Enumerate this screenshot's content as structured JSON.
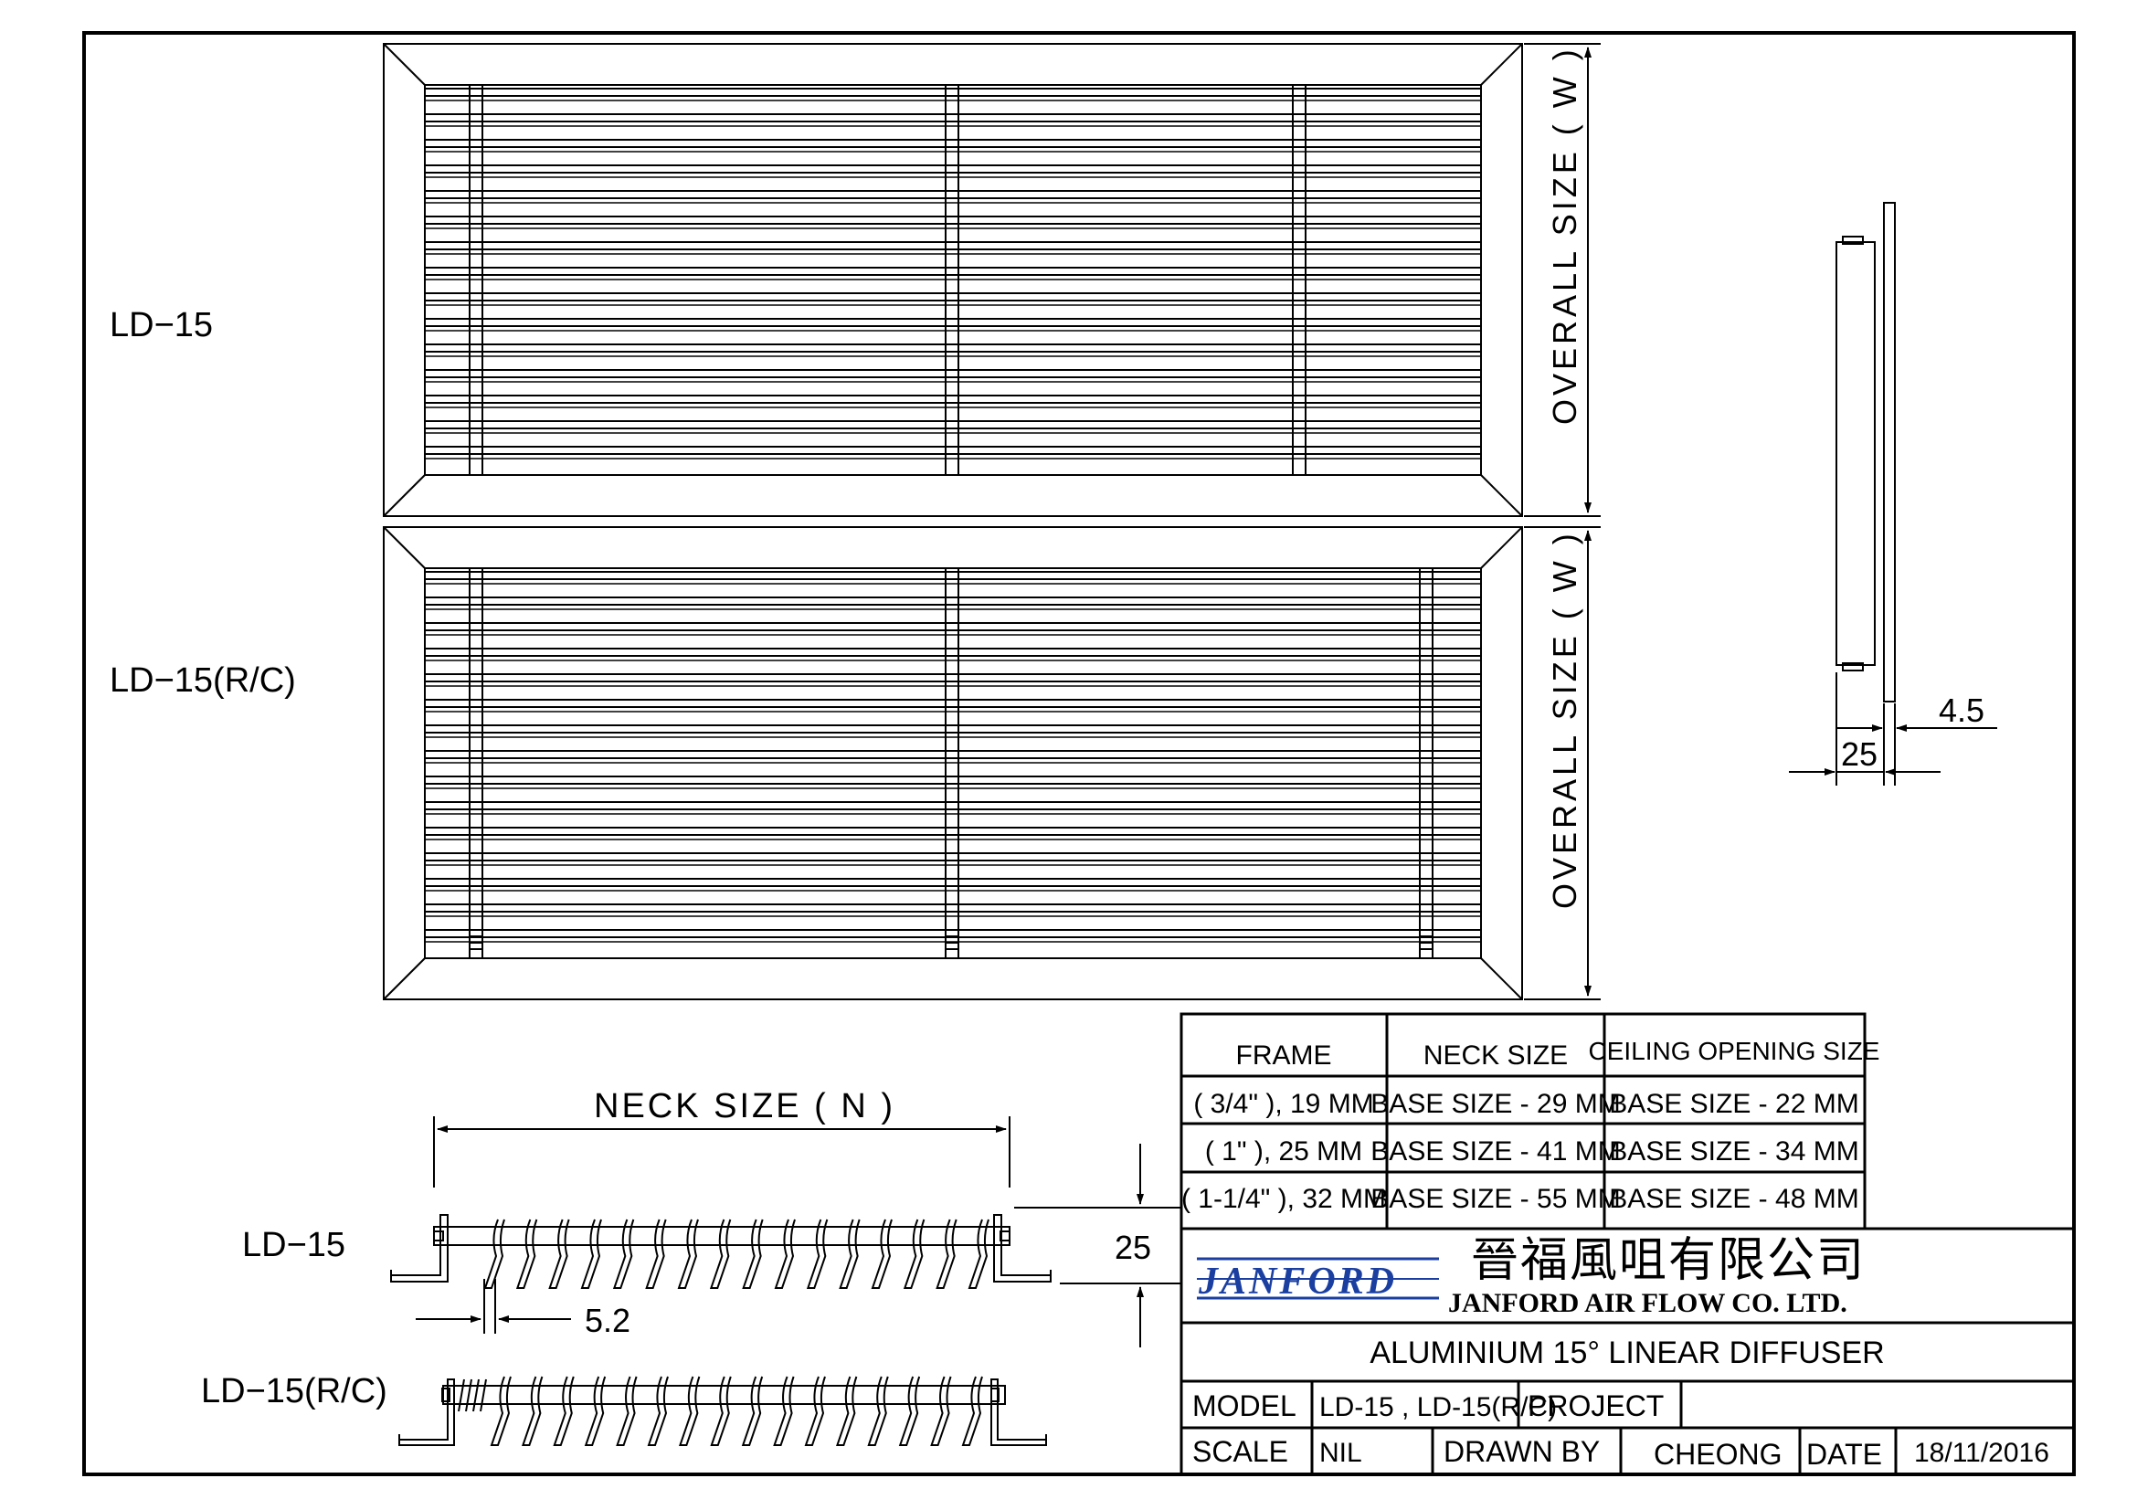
{
  "labels": {
    "ld15_top": "LD−15",
    "ld15rc_mid": "LD−15(R/C)",
    "overall_size_1": "OVERALL SIZE ( W )",
    "overall_size_2": "OVERALL SIZE ( W )",
    "neck_size": "NECK SIZE ( N )",
    "ld15_section": "LD−15",
    "ld15rc_section": "LD−15(R/C)",
    "dim_25_section": "25",
    "dim_5_2": "5.2",
    "dim_4_5": "4.5",
    "dim_25_side": "25"
  },
  "size_table": {
    "headers": [
      "FRAME",
      "NECK SIZE",
      "CEILING OPENING SIZE"
    ],
    "rows": [
      [
        "( 3/4\" ), 19 MM",
        "BASE SIZE - 29 MM",
        "BASE SIZE - 22 MM"
      ],
      [
        "( 1\" ), 25 MM",
        "BASE SIZE - 41 MM",
        "BASE SIZE - 34 MM"
      ],
      [
        "( 1-1/4\" ), 32 MM",
        "BASE SIZE - 55 MM",
        "BASE SIZE - 48 MM"
      ]
    ]
  },
  "title_block": {
    "logo": "JANFORD",
    "company_cn": "晉福風咀有限公司",
    "company_en": "JANFORD AIR FLOW CO. LTD.",
    "product": "ALUMINIUM 15° LINEAR DIFFUSER",
    "model_label": "MODEL",
    "model_value": "LD-15 , LD-15(R/C)",
    "project_label": "PROJECT",
    "project_value": "",
    "scale_label": "SCALE",
    "scale_value": "NIL",
    "drawn_by_label": "DRAWN BY",
    "drawn_by_value": "CHEONG",
    "date_label": "DATE",
    "date_value": "18/11/2016"
  }
}
